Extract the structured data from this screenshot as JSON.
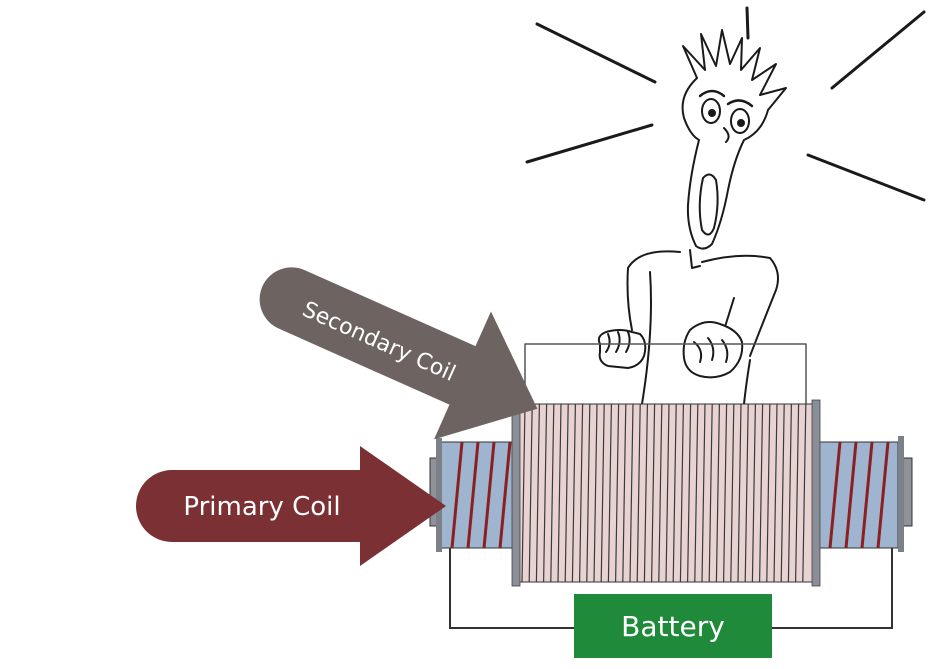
{
  "labels": {
    "secondary_coil": "Secondary Coil",
    "primary_coil": "Primary Coil",
    "battery": "Battery"
  },
  "colors": {
    "secondary_arrow": "#6d6461",
    "primary_arrow": "#7b3033",
    "battery_box": "#1e8a3a",
    "secondary_coil_body": "#e8d2d2",
    "primary_coil_body": "#9fb4cf",
    "primary_winding": "#8b1f22",
    "core": "#9b9ea4",
    "ink": "#1a1a1a"
  },
  "icons": {
    "figure": "shocked-person-drawing",
    "secondary_arrow": "arrow-right",
    "primary_arrow": "arrow-right"
  }
}
